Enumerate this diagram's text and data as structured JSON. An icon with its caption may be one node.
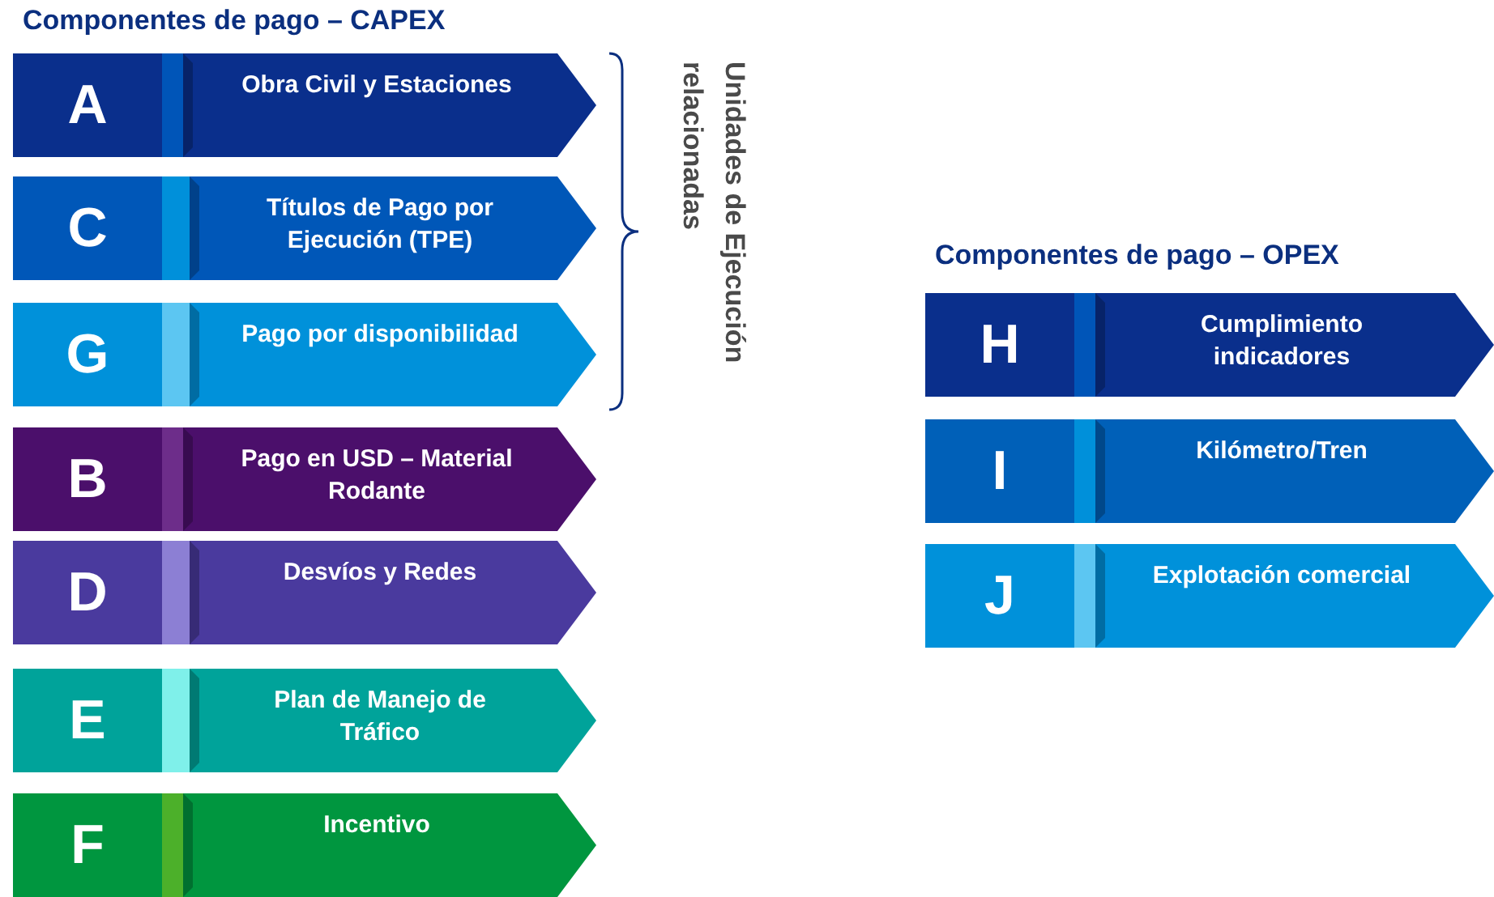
{
  "diagram": {
    "nodes": [
      {
        "text": [
          "A",
          "Obra Civil y Estaciones"
        ]
      },
      {
        "text": [
          "C",
          "Títulos de Pago por Ejecución (TPE)"
        ]
      },
      {
        "text": [
          "G",
          "Pago por disponibilidad"
        ]
      },
      {
        "text": [
          "B",
          "Pago en USD – Material Rodante"
        ]
      },
      {
        "text": [
          "D",
          "Desvíos y Redes"
        ]
      },
      {
        "text": [
          "E",
          "Plan de Manejo de Tráfico"
        ]
      },
      {
        "text": [
          "F",
          "Incentivo"
        ]
      },
      {
        "text": [
          "H",
          "Cumplimiento indicadores"
        ]
      },
      {
        "text": [
          "I",
          "Kilómetro/Tren"
        ]
      },
      {
        "text": [
          "J",
          "Explotación comercial"
        ]
      }
    ],
    "edges": [],
    "labels": [
      "Componentes de pago – CAPEX",
      "Unidades de Ejecución relacionadas",
      "Componentes de pago – OPEX"
    ]
  }
}
